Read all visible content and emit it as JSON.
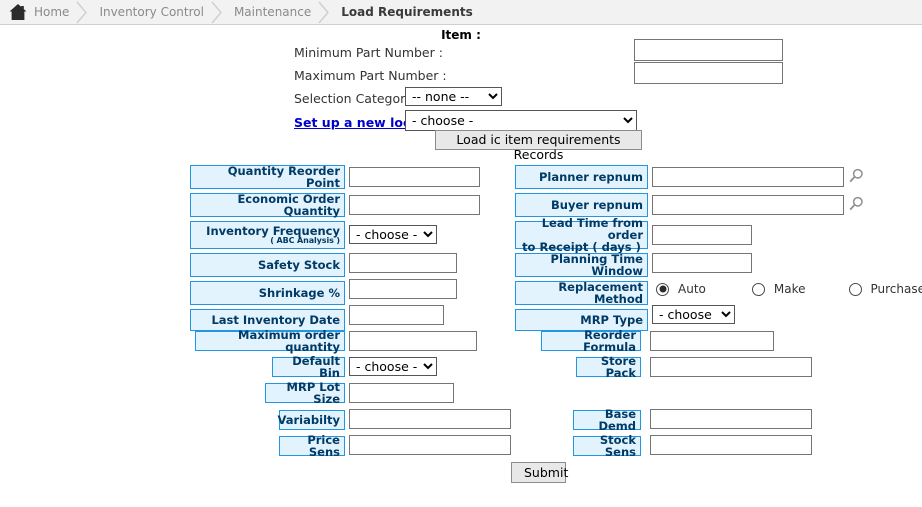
{
  "breadcrumb": {
    "home_icon": "home-icon",
    "items": [
      {
        "label": "Home",
        "active": false
      },
      {
        "label": "Inventory Control",
        "active": false
      },
      {
        "label": "Maintenance",
        "active": false
      },
      {
        "label": "Load Requirements",
        "active": true
      }
    ]
  },
  "top_form": {
    "title": "Item :",
    "min_part_label": "Minimum Part Number :",
    "min_part_value": "",
    "max_part_label": "Maximum Part Number :",
    "max_part_value": "",
    "selection_category_label": "Selection Category",
    "selection_category_value": "-- none --",
    "new_location_link": "Set up a new location",
    "location_value": "- choose -",
    "load_button": "Load ic item requirements Records"
  },
  "fields": {
    "quantity_reorder_point": {
      "label": "Quantity Reorder Point",
      "value": ""
    },
    "economic_order_quantity": {
      "label": "Economic Order Quantity",
      "value": ""
    },
    "inventory_frequency": {
      "label": "Inventory Frequency",
      "sublabel": "( ABC Analysis )",
      "value": "- choose -"
    },
    "safety_stock": {
      "label": "Safety Stock",
      "value": ""
    },
    "shrinkage_pct": {
      "label": "Shrinkage %",
      "value": ""
    },
    "last_inventory_date": {
      "label": "Last Inventory Date",
      "value": ""
    },
    "maximum_order_quantity": {
      "label": "Maximum order quantity",
      "value": ""
    },
    "default_bin": {
      "label": "Default Bin",
      "value": "- choose -"
    },
    "mrp_lot_size": {
      "label": "MRP Lot Size",
      "value": ""
    },
    "variabilty": {
      "label": "Variabilty",
      "value": ""
    },
    "price_sens": {
      "label": "Price Sens",
      "value": ""
    },
    "planner_repnum": {
      "label": "Planner repnum",
      "value": "",
      "search_icon": "magnifier-icon"
    },
    "buyer_repnum": {
      "label": "Buyer repnum",
      "value": "",
      "search_icon": "magnifier-icon"
    },
    "lead_time": {
      "label": "Lead Time from order",
      "sublabel": "to Receipt ( days )",
      "value": ""
    },
    "planning_time_window": {
      "label": "Planning Time Window",
      "value": ""
    },
    "replacement_method": {
      "label": "Replacement Method",
      "options": [
        {
          "label": "Auto",
          "checked": true
        },
        {
          "label": "Make",
          "checked": false
        },
        {
          "label": "Purchase",
          "checked": false
        }
      ]
    },
    "mrp_type": {
      "label": "MRP Type",
      "value": "- choose -"
    },
    "reorder_formula": {
      "label": "Reorder Formula",
      "value": ""
    },
    "store_pack": {
      "label": "Store Pack",
      "value": ""
    },
    "base_demd": {
      "label": "Base Demd",
      "value": ""
    },
    "stock_sens": {
      "label": "Stock Sens",
      "value": ""
    }
  },
  "submit": {
    "label": "Submit"
  },
  "colors": {
    "label_bg": "#e3f3fd",
    "label_border": "#2196e3",
    "label_text": "#003a66",
    "link": "#0000cc",
    "breadcrumb_bg": "#f2f2f2"
  }
}
